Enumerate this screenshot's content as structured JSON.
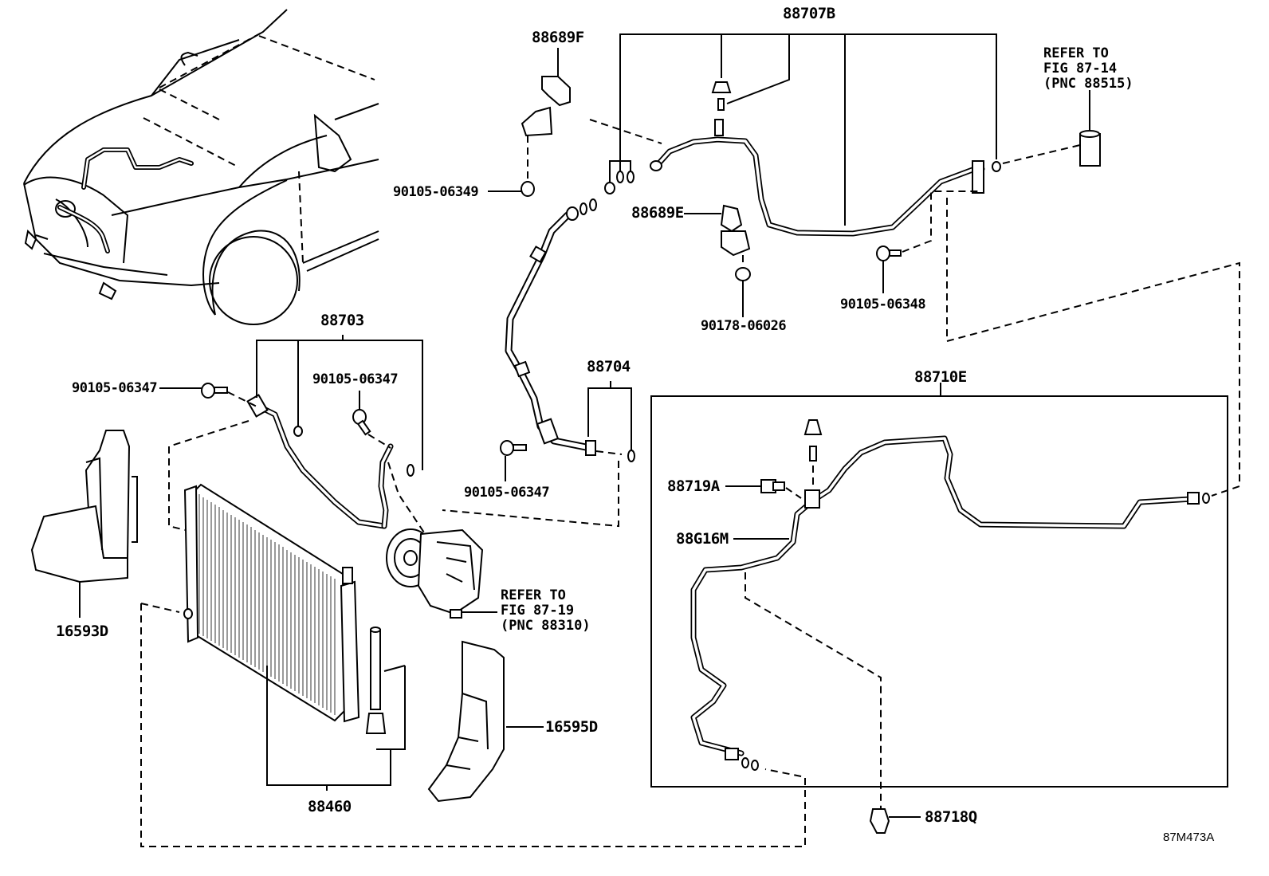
{
  "labels": {
    "p88707B": "88707B",
    "p88689F": "88689F",
    "p90105_06349": "90105-06349",
    "p88689E": "88689E",
    "p90178_06026": "90178-06026",
    "p90105_06348": "90105-06348",
    "p88703": "88703",
    "p90105_06347_a": "90105-06347",
    "p90105_06347_b": "90105-06347",
    "p90105_06347_c": "90105-06347",
    "p88704": "88704",
    "p88710E": "88710E",
    "p88719A": "88719A",
    "p88G16M": "88G16M",
    "p16593D": "16593D",
    "p16595D": "16595D",
    "p88460": "88460",
    "p88718Q": "88718Q"
  },
  "references": {
    "ref_87_14": [
      "REFER TO",
      "FIG 87-14",
      "(PNC 88515)"
    ],
    "ref_87_19": [
      "REFER TO",
      "FIG 87-19",
      "(PNC 88310)"
    ]
  },
  "figure_code": "87M473A"
}
